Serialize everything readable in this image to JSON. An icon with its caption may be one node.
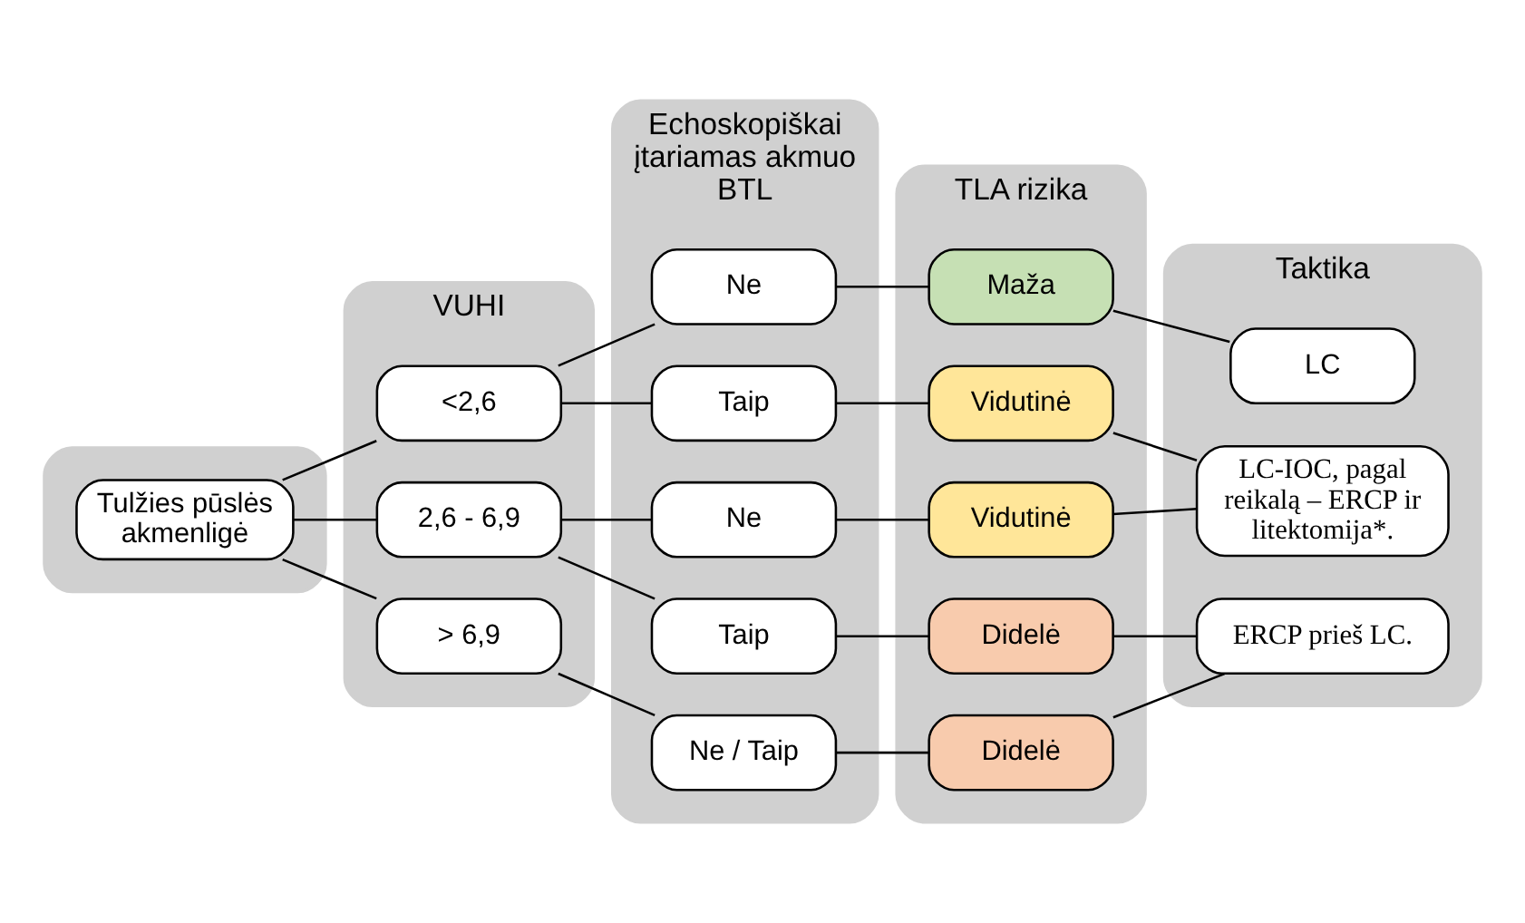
{
  "diagram": {
    "nodes": [
      {
        "text": [],
        "shape": "bar"
      },
      {
        "text": [
          "Tulžies pūslės akmenligė"
        ],
        "in": 0
      },
      {
        "text": [
          "VUHI"
        ]
      },
      {
        "text": [
          "<2,6"
        ],
        "in": 2
      },
      {
        "text": [
          "2,6 - 6,9"
        ],
        "in": 2
      },
      {
        "text": [
          "> 6,9"
        ],
        "in": 2
      },
      {
        "text": [
          "Echoskopiškai įtariamas akmuo BTL"
        ]
      },
      {
        "text": [
          "Ne"
        ],
        "in": 6
      },
      {
        "text": [
          "Taip"
        ],
        "in": 6
      },
      {
        "text": [
          "Ne"
        ],
        "in": 6
      },
      {
        "text": [
          "Taip"
        ],
        "in": 6
      },
      {
        "text": [
          "Ne / Taip"
        ],
        "in": 6
      },
      {
        "text": [
          "TLA rizika"
        ]
      },
      {
        "text": [
          "Maža"
        ],
        "in": 12
      },
      {
        "text": [
          "Vidutinė"
        ],
        "in": 12
      },
      {
        "text": [
          "Vidutinė"
        ],
        "in": 12
      },
      {
        "text": [
          "Didelė"
        ],
        "in": 12
      },
      {
        "text": [
          "Didelė"
        ],
        "in": 12
      },
      {
        "text": [
          "Taktika"
        ]
      },
      {
        "text": [
          "LC"
        ],
        "in": 18
      },
      {
        "text": [
          "LC-IOC, pagal reikalą – ERCP ir litektomija*."
        ],
        "in": 18
      },
      {
        "text": [
          "ERCP prieš LC."
        ],
        "in": 18
      }
    ],
    "edges": [
      {
        "from": 1,
        "to": 3,
        "arrow": "none"
      },
      {
        "from": 1,
        "to": 4,
        "arrow": "none"
      },
      {
        "from": 1,
        "to": 5,
        "arrow": "none"
      },
      {
        "from": 3,
        "to": 7,
        "arrow": "none"
      },
      {
        "from": 3,
        "to": 8,
        "arrow": "none"
      },
      {
        "from": 4,
        "to": 9,
        "arrow": "none"
      },
      {
        "from": 4,
        "to": 10,
        "arrow": "none"
      },
      {
        "from": 5,
        "to": 11,
        "arrow": "none"
      },
      {
        "from": 7,
        "to": 13,
        "arrow": "none"
      },
      {
        "from": 8,
        "to": 14,
        "arrow": "none"
      },
      {
        "from": 9,
        "to": 15,
        "arrow": "none"
      },
      {
        "from": 10,
        "to": 16,
        "arrow": "none"
      },
      {
        "from": 11,
        "to": 17,
        "arrow": "none"
      },
      {
        "from": 13,
        "to": 19,
        "arrow": "none"
      },
      {
        "from": 14,
        "to": 20,
        "arrow": "none"
      },
      {
        "from": 15,
        "to": 20,
        "arrow": "none"
      },
      {
        "from": 16,
        "to": 21,
        "arrow": "none"
      },
      {
        "from": 17,
        "to": 21,
        "arrow": "none"
      }
    ]
  }
}
